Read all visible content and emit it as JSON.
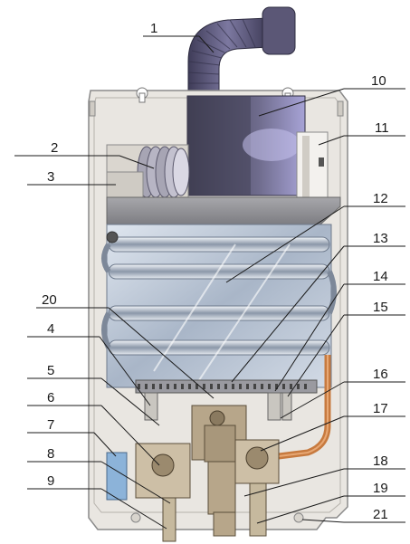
{
  "diagram": {
    "callouts": [
      "1",
      "2",
      "3",
      "4",
      "5",
      "6",
      "7",
      "8",
      "9",
      "10",
      "11",
      "12",
      "13",
      "14",
      "15",
      "16",
      "17",
      "18",
      "19",
      "20",
      "21"
    ]
  },
  "colors": {
    "casing": "#e9e6e1",
    "casing_outline": "#8a8a8a",
    "flue_pipe": "#5e5a78",
    "hood": "#8a8a8e",
    "fan_housing": "#4b4a5e",
    "heat_exchanger": "#b9c4d4",
    "copper_pipe": "#c77a3f",
    "valve_brass": "#b7a68a",
    "battery_blue": "#8cb3d9",
    "ink": "#1a1a1a"
  }
}
